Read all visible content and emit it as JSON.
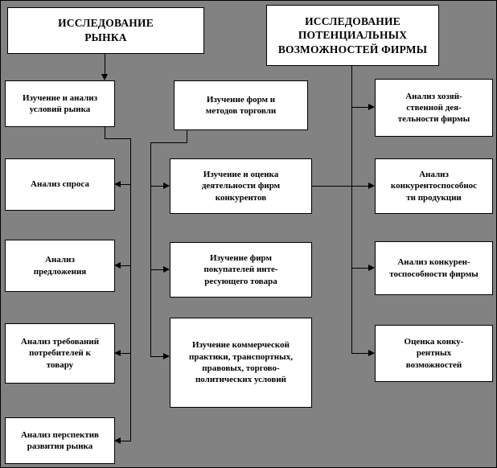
{
  "diagram": {
    "colors": {
      "background": "#828282",
      "box_fill": "#ffffff",
      "line": "#000000",
      "text": "#000000"
    },
    "nodes": {
      "market_research": {
        "text": "ИССЛЕДОВАНИЕ\nРЫНКА"
      },
      "firm_potential": {
        "text": "ИССЛЕДОВАНИЕ\nПОТЕНЦИАЛЬНЫХ\nВОЗМОЖНОСТЕЙ ФИРМЫ"
      },
      "market_conditions": {
        "text": "Изучение и анализ\nусловий рынка"
      },
      "trade_forms": {
        "text": "Изучение форм и\nметодов торговли"
      },
      "economic_activity": {
        "text": "Анализ хозяй-\nственной дея-\nтельности фирмы"
      },
      "demand_analysis": {
        "text": "Анализ спроса"
      },
      "supply_analysis": {
        "text": "Анализ\nпредложения"
      },
      "consumer_requirements": {
        "text": "Анализ требований\nпотребителей к\nтовару"
      },
      "market_prospects": {
        "text": "Анализ перспектив\nразвития рынка"
      },
      "competitor_study": {
        "text": "Изучение и оценка\nдеятельности фирм\nконкурентов"
      },
      "buyer_firms": {
        "text": "Изучение фирм\nпокупателей инте-\nресующего товара"
      },
      "commercial_practice": {
        "text": "Изучение коммерческой\nпрактики, транспортных,\nправовых, торгово-\nполитических условий"
      },
      "product_competitiveness": {
        "text": "Анализ\nконкурентоспособнос\nти продукции"
      },
      "firm_competitiveness": {
        "text": "Анализ конкурен-\nтоспособности фирмы"
      },
      "competitive_opportunities": {
        "text": "Оценка конку-\nрентных\nвозможностей"
      }
    }
  }
}
